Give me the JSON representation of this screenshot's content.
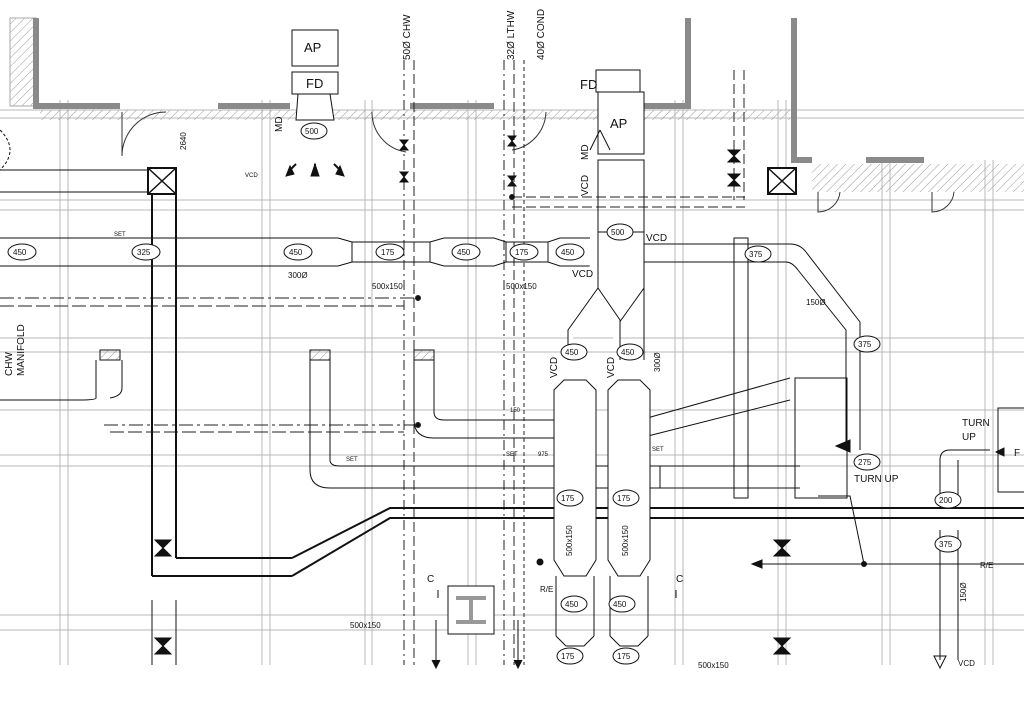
{
  "drawing": {
    "pipe_labels": {
      "chw": "50Ø CHW",
      "lthw": "32Ø LTHW",
      "cond": "40Ø COND"
    },
    "equipment": {
      "ap_top": "AP",
      "fd_top": "FD",
      "md_top": "MD",
      "fan_size": "500",
      "fd_right": "FD",
      "ap_right": "AP",
      "md_right": "MD",
      "vcd_right": "VCD",
      "chw_manifold_1": "CHW",
      "chw_manifold_2": "MANIFOLD",
      "box_right": "F"
    },
    "duct_main": {
      "d1": "450",
      "d2": "325",
      "d3": "450",
      "d4": "175",
      "d5": "450",
      "d6": "175",
      "d7": "450",
      "size_300": "300Ø",
      "rect_1": "500x150",
      "rect_2": "500x150",
      "vcd_a": "VCD",
      "vcd_b": "VCD"
    },
    "duct_branch": {
      "d500": "500",
      "vcd_c": "VCD",
      "d375_top": "375",
      "size_150": "150Ø",
      "d375_mid": "375",
      "d275": "275",
      "turn_up_1a": "TURN",
      "turn_up_1b": "UP",
      "turn_up_2": "TURN UP",
      "vcd_d": "VCD",
      "vcd_e": "VCD",
      "size_3000": "300Ø"
    },
    "risers": {
      "r450a": "450",
      "r450b": "450",
      "r175a": "175",
      "r175b": "175",
      "rect_a": "500x150",
      "rect_b": "500x150",
      "r450c": "450",
      "r450d": "450",
      "r175c": "175",
      "r175d": "175",
      "bottom_size": "500x150",
      "left_size": "500x150"
    },
    "right_side": {
      "d200": "200",
      "d375": "375",
      "re": "R/E",
      "size_150": "150Ø",
      "vcd": "VCD"
    },
    "misc": {
      "dim_2640": "2640",
      "set": "SET",
      "c": "C",
      "re_left": "R/E",
      "vcd_small": "VCD",
      "set_975": "975",
      "set_150": "150"
    }
  }
}
